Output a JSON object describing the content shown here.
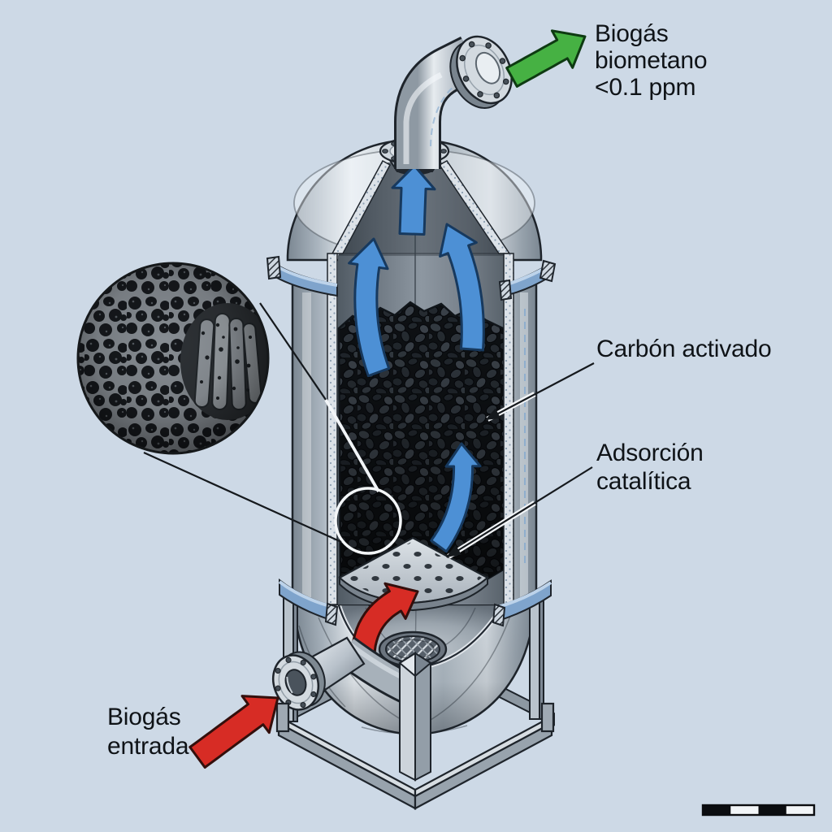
{
  "labels": {
    "outlet": {
      "line1": "Biogás",
      "line2": "biometano",
      "line3": "<0.1 ppm"
    },
    "carbon_bed": "Carbón activado",
    "adsorption": {
      "line1": "Adsorción",
      "line2": "catalítica"
    },
    "inlet": {
      "line1": "Biogás",
      "line2": "entrada"
    }
  },
  "colors": {
    "background": "#cdd9e6",
    "ink_outline": "#1e242b",
    "arrow_blue": "#4d90d5",
    "arrow_blue_outline": "#17395e",
    "arrow_red": "#d72c25",
    "arrow_red_outline": "#330f0c",
    "arrow_green": "#46b143",
    "arrow_green_outline": "#0e3a12",
    "flange_ring_blue": "#7fa4cc",
    "leader_line": "#15191d",
    "scale_bar_black": "#0b0d10",
    "scale_bar_white": "#f2f5f7"
  }
}
